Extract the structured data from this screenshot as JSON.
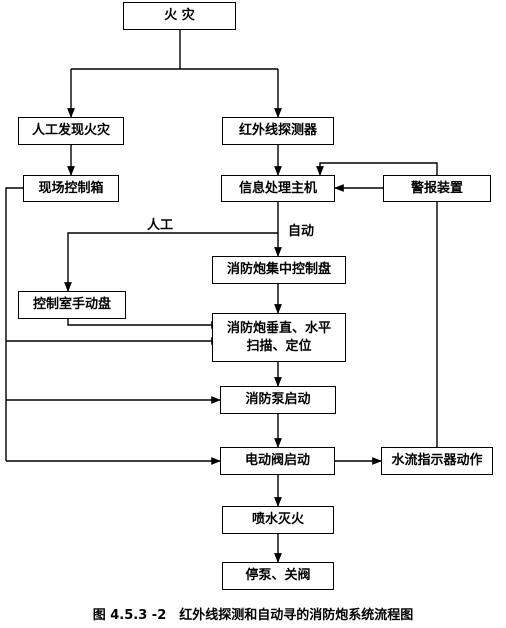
{
  "nodes": {
    "fire": "火 灾",
    "manual_discovery": "人工发现火灾",
    "infrared_detector": "红外线探测器",
    "onsite_control_box": "现场控制箱",
    "info_processing_host": "信息处理主机",
    "alarm_device": "警报装置",
    "central_control_panel": "消防炮集中控制盘",
    "control_room_manual_panel": "控制室手动盘",
    "cannon_scan_position": "消防炮垂直、水平\n扫描、定位",
    "fire_pump_start": "消防泵启动",
    "electric_valve_start": "电动阀启动",
    "water_flow_indicator": "水流指示器动作",
    "spray_extinguish": "喷水灭火",
    "stop_pump_close_valve": "停泵、关阀"
  },
  "labels": {
    "manual": "人工",
    "auto": "自动"
  },
  "caption": "图 4.5.3 -2　红外线探测和自动寻的消防炮系统流程图"
}
